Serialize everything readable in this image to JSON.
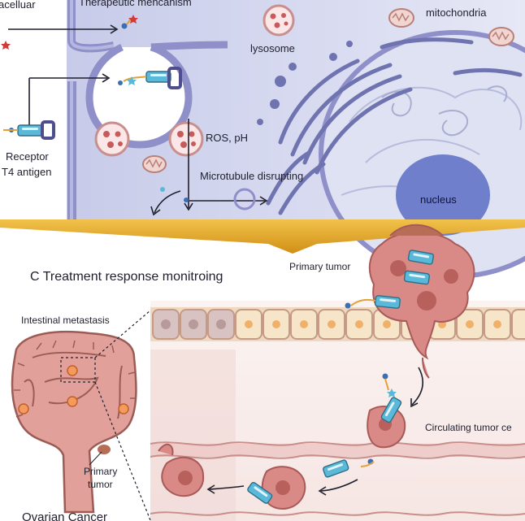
{
  "top_panel": {
    "extracellular_label": "acelluar",
    "title": "Therapeutic mencanism",
    "receptor_label": "Receptor",
    "antigen_label": "T4 antigen",
    "lysosome_label": "lysosome",
    "mitochondria_label": "mitochondria",
    "ros_label": "ROS, pH",
    "microtubule_label": "Microtubule disrupting",
    "nucleus_label": "nucleus"
  },
  "bottom_panel": {
    "title": "C  Treatment response monitroing",
    "primary_tumor_label": "Primary tumor",
    "intestinal_label": "Intestinal metastasis",
    "circulating_label": "Circulating tumor ce",
    "organ_primary_label_line1": "Primary",
    "organ_primary_label_line2": "tumor",
    "ovarian_label": "Ovarian Cancer"
  },
  "colors": {
    "cell_membrane": "#8f8fc9",
    "cytoplasm": "#d5d8ef",
    "nucleus": "#6f7fcc",
    "tumor": "#d98a86",
    "antibody": "#5ab8d8",
    "gold_band": "#e5ad2b",
    "epithelium": "#f3e2c4"
  },
  "icons": [
    "drug-payload-icon",
    "adc-antibody-icon",
    "lysosome-icon",
    "mitochondria-icon",
    "tumor-cell-icon",
    "colon-organ-icon"
  ]
}
